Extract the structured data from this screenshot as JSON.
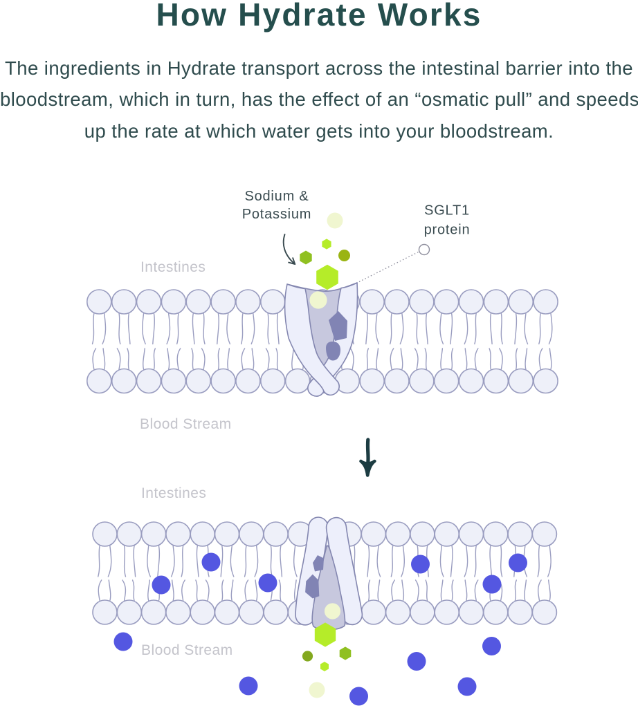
{
  "title": "How Hydrate Works",
  "paragraph": {
    "lines": [
      "The ingredients in Hydrate transport across the intestinal barrier into the",
      "bloodstream, which in turn, has the effect of an “osmatic pull” and speeds",
      "up the rate at which water gets into your bloodstream."
    ]
  },
  "diagram": {
    "labels": {
      "sodium_potassium": [
        "Sodium &",
        "Potassium"
      ],
      "sglt1": [
        "SGLT1",
        "protein"
      ],
      "intestines_top": "Intestines",
      "bloodstream_top": "Blood Stream",
      "intestines_bottom": "Intestines",
      "bloodstream_bottom": "Blood Stream"
    },
    "colors": {
      "title_text": "#254e4d",
      "body_text": "#2f4b4d",
      "annotation_text": "#3a4b50",
      "zone_label_text": "#c4c4cb",
      "membrane_fill": "#eef0f9",
      "membrane_outline": "#9a9dc0",
      "protein_fill": "#edeffb",
      "protein_outline": "#8487b0",
      "channel_fill": "#c7c8de",
      "channel_blob": "#8184b4",
      "electrolyte_bright_green": "#b5ec29",
      "electrolyte_apple_green": "#90c021",
      "electrolyte_olive": "#9ab413",
      "electrolyte_moss": "#83a81e",
      "electrolyte_pale": "#f0f6d0",
      "sodium_blue": "#5457e1",
      "arrow_dark": "#1c3c42",
      "pointer_line": "#8d8d9c"
    }
  }
}
